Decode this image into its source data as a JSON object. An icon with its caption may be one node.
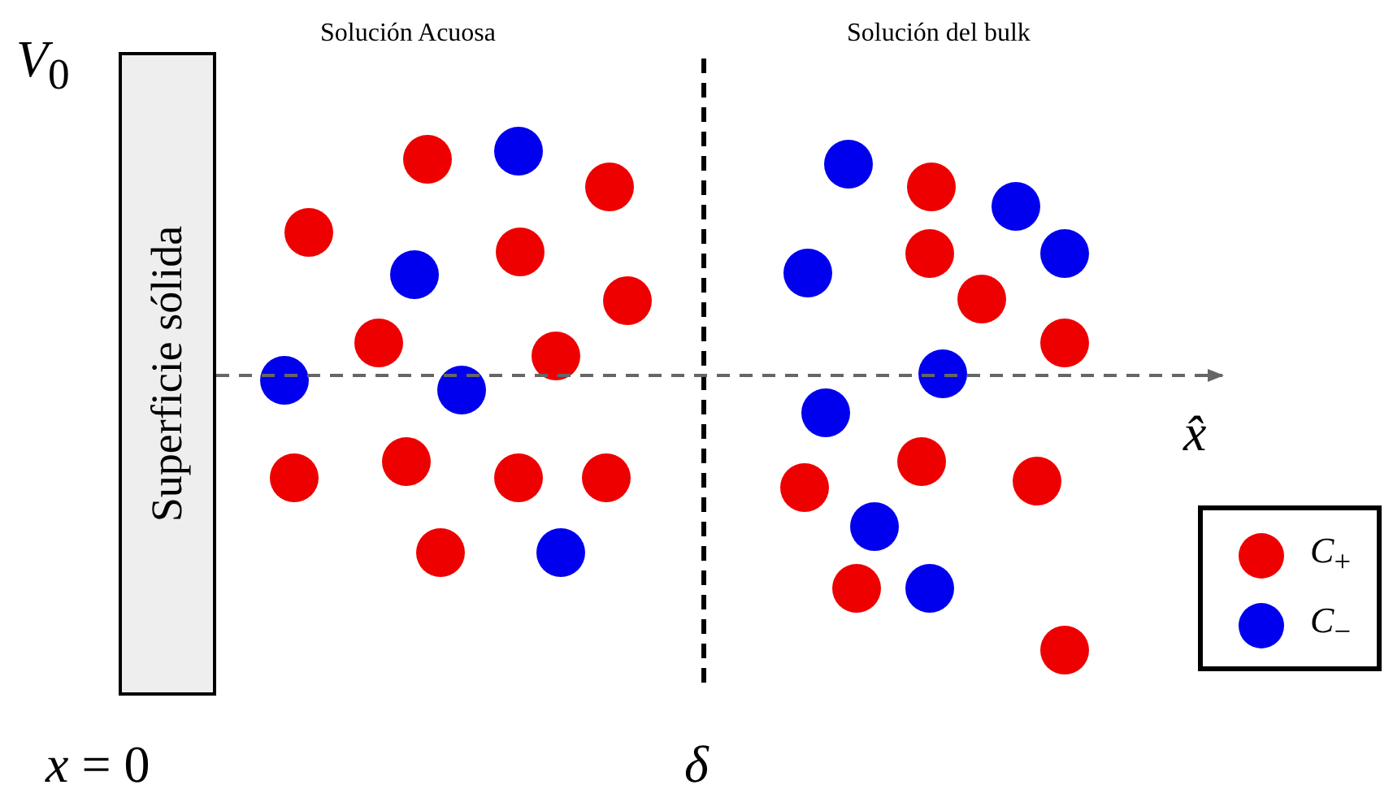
{
  "diagram": {
    "nodes": [
      {
        "text": [
          "Superficie sólida"
        ]
      }
    ],
    "labels": [
      "*V*$_{0}$",
      "Solución Acuosa",
      "Solución del bulk",
      "x̂",
      "*x* = 0",
      "δ"
    ],
    "legend": [
      {
        "text": "*C*$_{+}$",
        "color": "#ee0000"
      },
      {
        "text": "*C*$_{−}$",
        "color": "#0000ee"
      }
    ]
  }
}
